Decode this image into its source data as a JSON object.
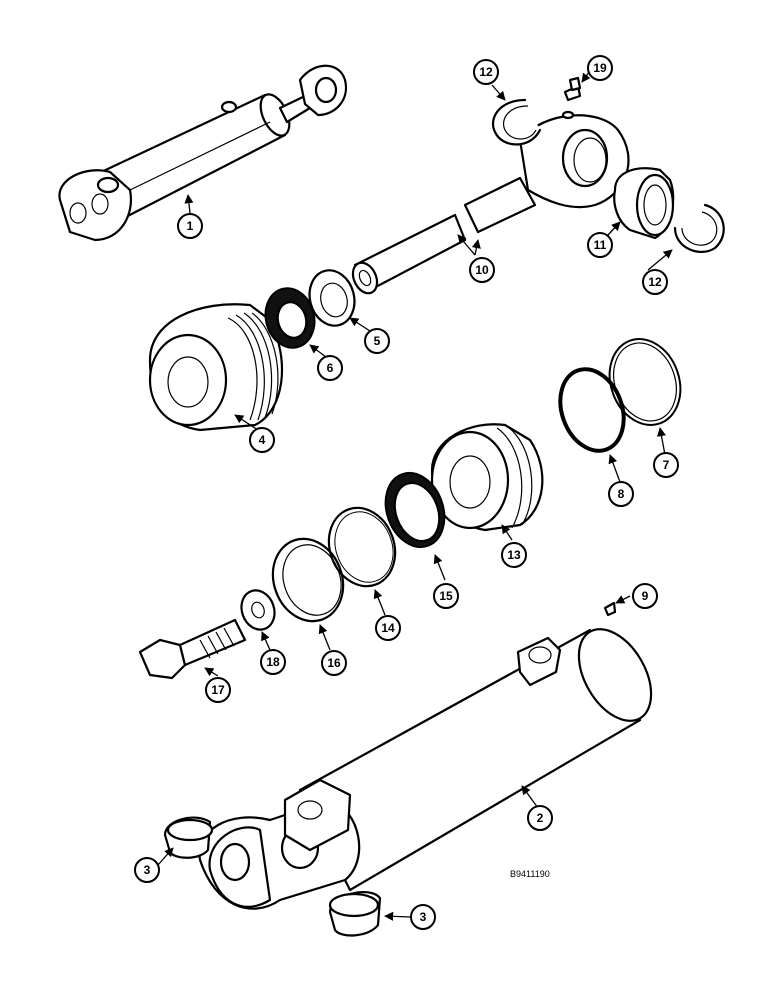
{
  "callouts": [
    "1",
    "2",
    "3",
    "3",
    "4",
    "5",
    "6",
    "7",
    "8",
    "9",
    "10",
    "11",
    "12",
    "12",
    "13",
    "14",
    "15",
    "16",
    "17",
    "18",
    "19"
  ],
  "drawing_code": "B9411190"
}
